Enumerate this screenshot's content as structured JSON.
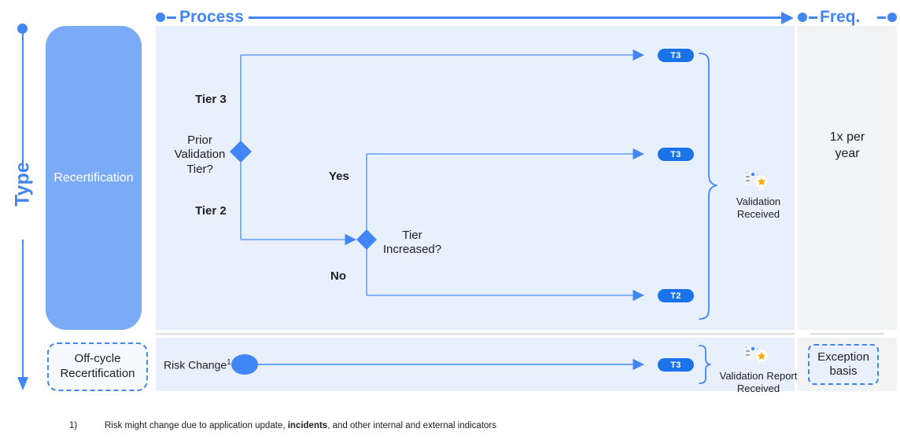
{
  "axes": {
    "type_label": "Type",
    "process_label": "Process",
    "freq_label": "Freq."
  },
  "type_column": {
    "recertification_label": "Recertification",
    "offcycle_label": "Off-cycle\nRecertification",
    "offcycle_line1": "Off-cycle",
    "offcycle_line2": "Recertification"
  },
  "main_flow": {
    "decision1_label": "Prior\nValidation\nTier?",
    "decision1_line1": "Prior",
    "decision1_line2": "Validation",
    "decision1_line3": "Tier?",
    "branch_tier3": "Tier 3",
    "branch_tier2": "Tier 2",
    "decision2_label": "Tier\nIncreased?",
    "decision2_line1": "Tier",
    "decision2_line2": "Increased?",
    "branch_yes": "Yes",
    "branch_no": "No",
    "badge_top": "T3",
    "badge_mid": "T3",
    "badge_bottom": "T2",
    "outcome_line1": "Validation",
    "outcome_line2": "Received",
    "outcome_icon": "award-badge-icon"
  },
  "offcycle_flow": {
    "start_label": "Risk Change",
    "start_superscript": "1",
    "badge": "T3",
    "outcome_line1": "Validation Report",
    "outcome_line2": "Received",
    "outcome_icon": "award-badge-icon"
  },
  "freq_column": {
    "main_line1": "1x per",
    "main_line2": "year",
    "exception_line1": "Exception",
    "exception_line2": "basis"
  },
  "footnote": {
    "marker": "1)",
    "text_before": "Risk might change due to application update, ",
    "text_bold": "incidents",
    "text_after": ", and other internal and external indicators"
  },
  "colors": {
    "accent_blue": "#4285f4",
    "badge_blue": "#1a73e8",
    "pill_blue": "#7baaf7",
    "panel_blue": "#e8f0fe",
    "panel_gray": "#f1f3f4",
    "line_blue": "#669df6",
    "star_orange": "#f9ab00"
  }
}
